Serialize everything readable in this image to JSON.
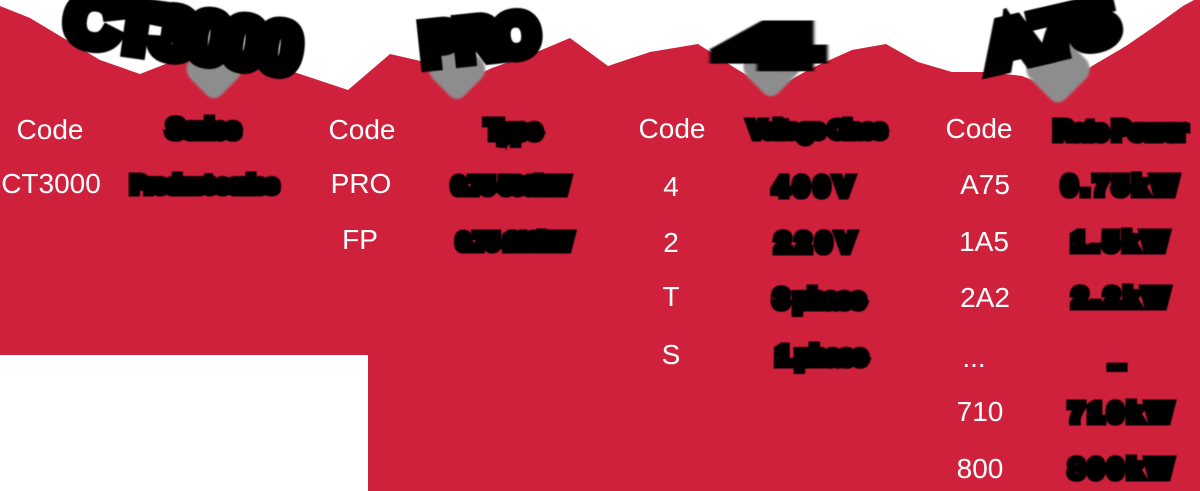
{
  "colors": {
    "red": "#CF213C",
    "gray": "#8D8D8D",
    "blob_black": "#000000",
    "text_white": "#FFFFFF"
  },
  "title": {
    "segments": [
      "CT3000",
      "PRO",
      "4",
      "A75"
    ]
  },
  "panels": [
    {
      "id": "series",
      "code_header": "Code",
      "value_header": "Series",
      "rows": [
        {
          "code": "CT3000",
          "value": "Product series"
        }
      ]
    },
    {
      "id": "type",
      "code_header": "Code",
      "value_header": "Type",
      "rows": [
        {
          "code": "PRO",
          "value": "0.75-500kW"
        },
        {
          "code": "FP",
          "value": "0.75-110kW"
        }
      ]
    },
    {
      "id": "voltage-class",
      "code_header": "Code",
      "value_header": "Voltage Class",
      "rows": [
        {
          "code": "4",
          "value": "400V"
        },
        {
          "code": "2",
          "value": "220V"
        },
        {
          "code": "T",
          "value": "3 phase"
        },
        {
          "code": "S",
          "value": "1 phase"
        }
      ]
    },
    {
      "id": "rate-power",
      "code_header": "Code",
      "value_header": "Rate Power",
      "rows": [
        {
          "code": "A75",
          "value": "0.75kW"
        },
        {
          "code": "1A5",
          "value": "1.5kW"
        },
        {
          "code": "2A2",
          "value": "2.2kW"
        },
        {
          "code": "...",
          "value": "..."
        },
        {
          "code": "710",
          "value": "710kW"
        },
        {
          "code": "800",
          "value": "800kW"
        }
      ]
    }
  ]
}
